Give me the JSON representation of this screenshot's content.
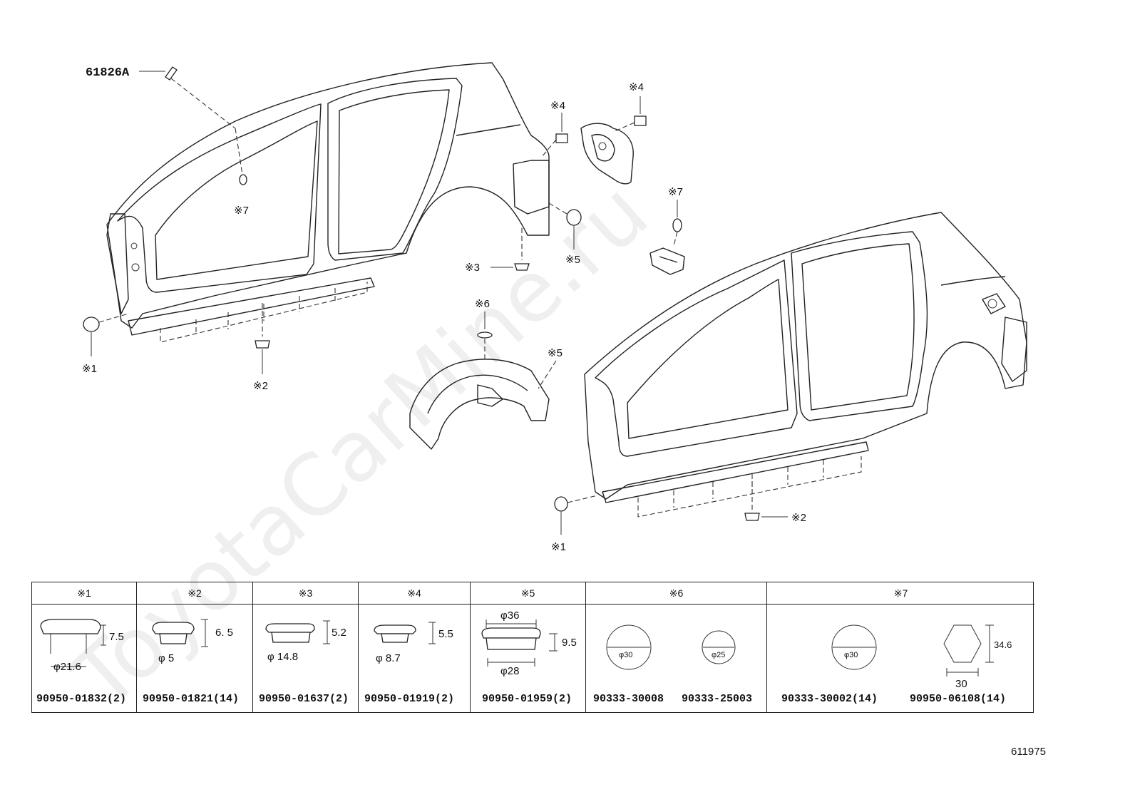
{
  "callouts": {
    "part_61826A": "61826A",
    "c7_left": "※7",
    "c1_left": "※1",
    "c2_left": "※2",
    "c3": "※3",
    "c4a": "※4",
    "c4b": "※4",
    "c5a": "※5",
    "c5b": "※5",
    "c6": "※6",
    "c7_right": "※7",
    "c1_right": "※1",
    "c2_right": "※2"
  },
  "watermark": "ToyotaCarMine.ru",
  "diagram_code": "611975",
  "legend": {
    "columns": [
      {
        "key": "※1",
        "dims": [
          "7.5",
          "φ21.6"
        ],
        "parts": [
          "90950-01832(2)"
        ]
      },
      {
        "key": "※2",
        "dims": [
          "6. 5",
          "φ 5"
        ],
        "parts": [
          "90950-01821(14)"
        ]
      },
      {
        "key": "※3",
        "dims": [
          "5.2",
          "φ 14.8"
        ],
        "parts": [
          "90950-01637(2)"
        ]
      },
      {
        "key": "※4",
        "dims": [
          "5.5",
          "φ 8.7"
        ],
        "parts": [
          "90950-01919(2)"
        ]
      },
      {
        "key": "※5",
        "dims": [
          "φ36",
          "9.5",
          "φ28"
        ],
        "parts": [
          "90950-01959(2)"
        ]
      },
      {
        "key": "※6",
        "dims": [
          "φ30",
          "φ25"
        ],
        "parts": [
          "90333-30008",
          "90333-25003"
        ]
      },
      {
        "key": "※7",
        "dims": [
          "φ30",
          "34.6",
          "30"
        ],
        "parts": [
          "90333-30002(14)",
          "90950-06108(14)"
        ]
      }
    ]
  }
}
